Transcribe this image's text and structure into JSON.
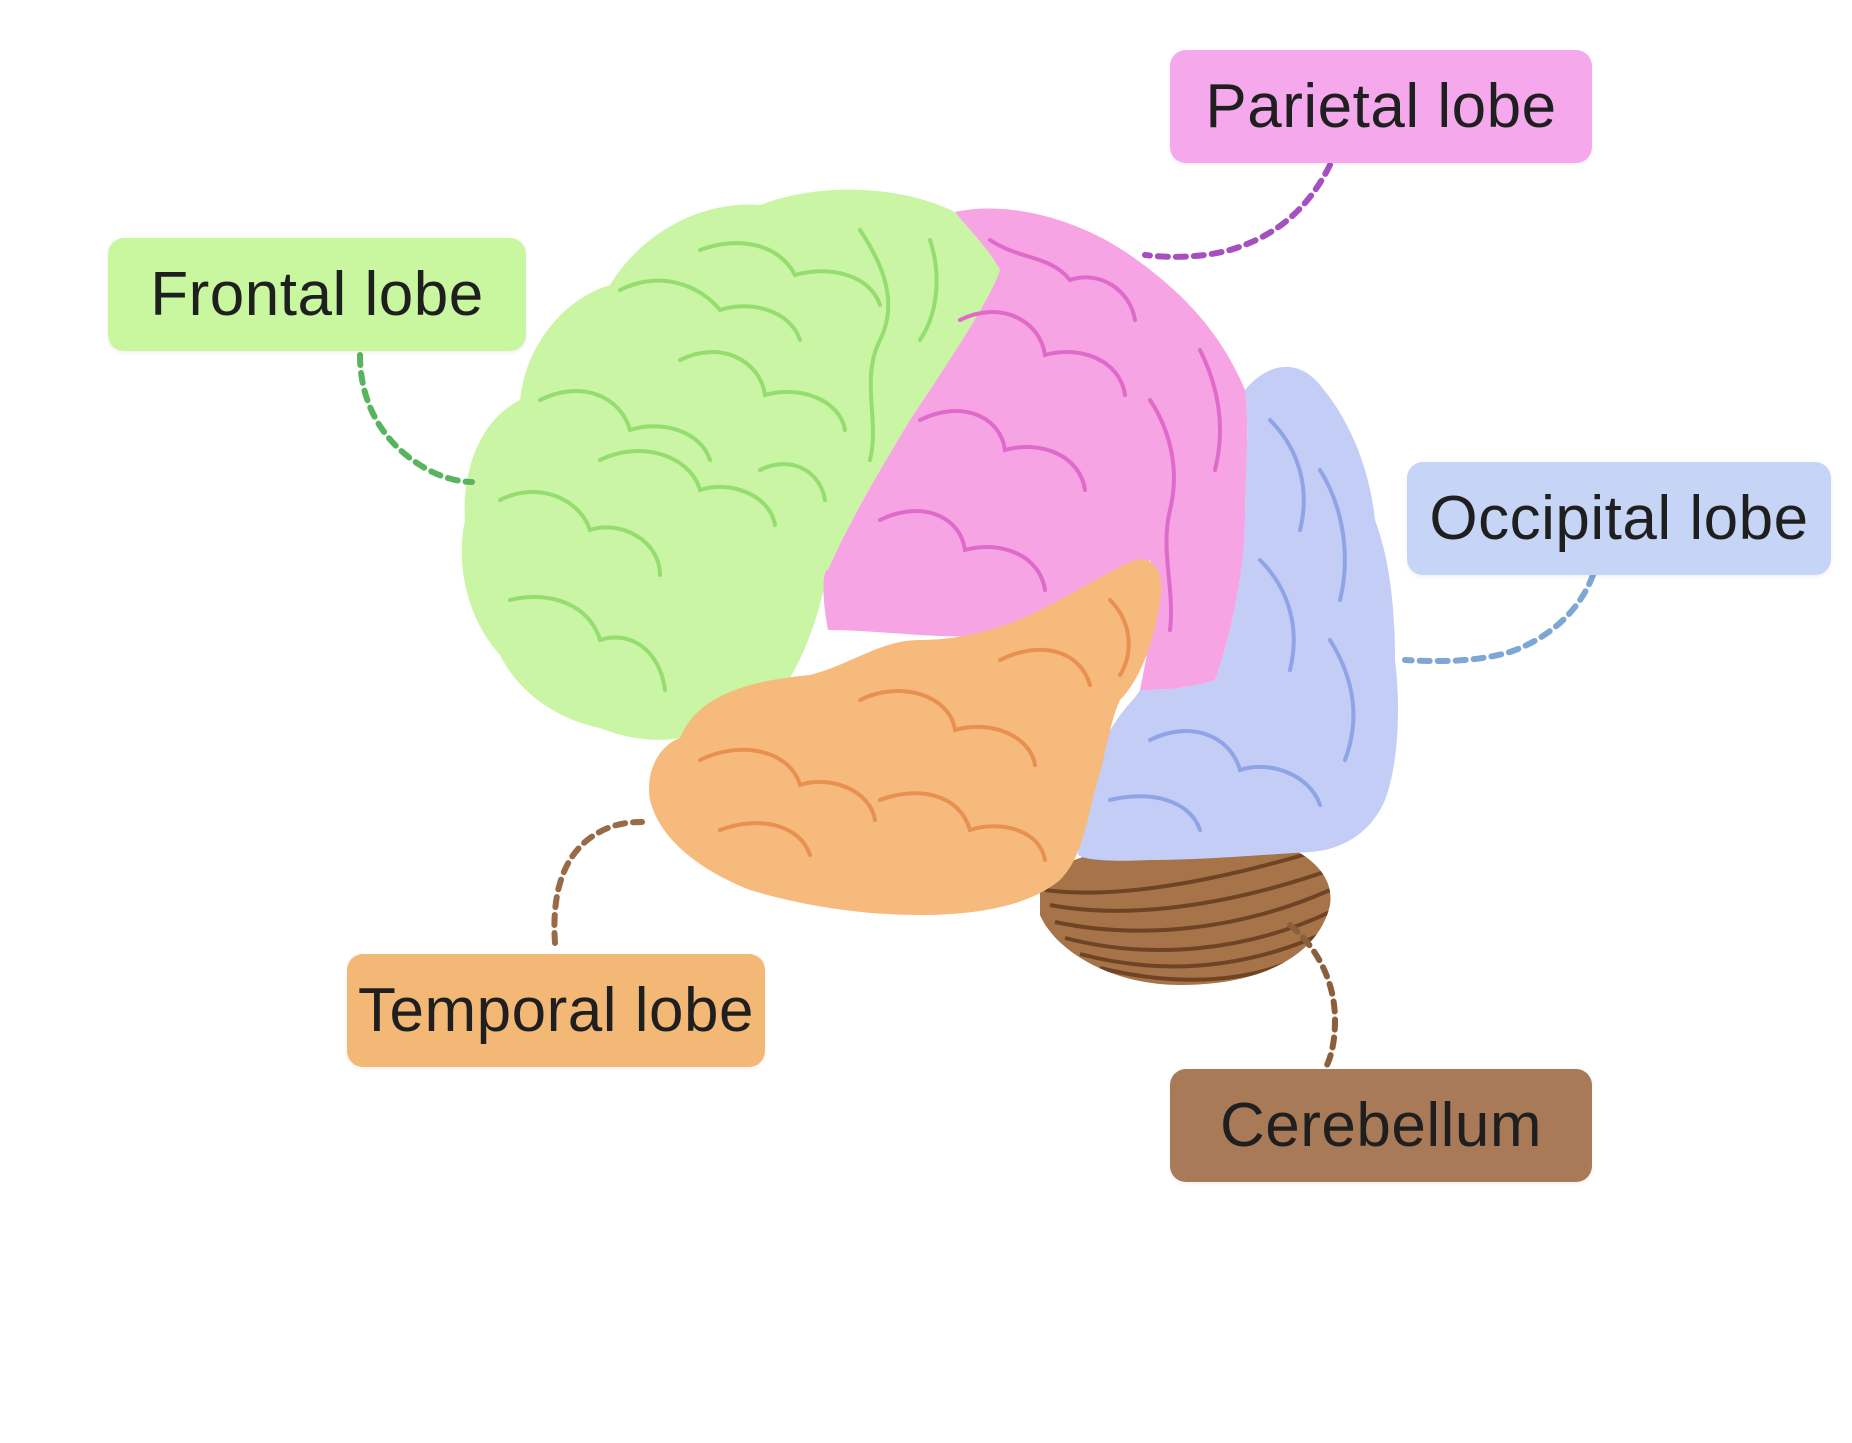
{
  "diagram": {
    "labels": {
      "parietal": {
        "text": "Parietal lobe",
        "color": "#f6a8ec"
      },
      "frontal": {
        "text": "Frontal lobe",
        "color": "#c8f7a0"
      },
      "occipital": {
        "text": "Occipital lobe",
        "color": "#c6d5f5"
      },
      "temporal": {
        "text": "Temporal lobe",
        "color": "#f4b876"
      },
      "cerebellum": {
        "text": "Cerebellum",
        "color": "#a97a57"
      }
    },
    "lobe_colors": {
      "frontal": "#c9f5a4",
      "parietal": "#f6a4e4",
      "occipital": "#c3cdf5",
      "temporal": "#f6ba7c",
      "cerebellum": "#a77348"
    },
    "connector_colors": {
      "frontal": "#58b45e",
      "parietal": "#a64fc0",
      "occipital": "#7ea7d6",
      "temporal": "#9a6a44",
      "cerebellum": "#8b5e3c"
    }
  }
}
